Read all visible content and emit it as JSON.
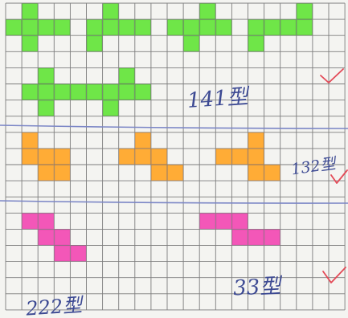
{
  "photo": {
    "paper_color": "#f4f4f1",
    "grid_color": "#7d7d7d",
    "divider_color": "#7b86c6",
    "check_color": "#e34a57",
    "ink_color": "#3d4a93"
  },
  "sections": [
    {
      "label": "141型",
      "color": "#63e43a",
      "color_dark": "#3aa11d",
      "shapes": [
        [
          [
            1,
            0
          ],
          [
            0,
            1
          ],
          [
            1,
            1
          ],
          [
            2,
            1
          ],
          [
            3,
            1
          ],
          [
            1,
            2
          ]
        ],
        [
          [
            1,
            0
          ],
          [
            0,
            1
          ],
          [
            1,
            1
          ],
          [
            2,
            1
          ],
          [
            3,
            1
          ],
          [
            0,
            2
          ]
        ],
        [
          [
            2,
            0
          ],
          [
            0,
            1
          ],
          [
            1,
            1
          ],
          [
            2,
            1
          ],
          [
            3,
            1
          ],
          [
            1,
            2
          ]
        ],
        [
          [
            3,
            0
          ],
          [
            0,
            1
          ],
          [
            1,
            1
          ],
          [
            2,
            1
          ],
          [
            3,
            1
          ],
          [
            0,
            2
          ]
        ],
        [
          [
            1,
            0
          ],
          [
            0,
            1
          ],
          [
            1,
            1
          ],
          [
            2,
            1
          ],
          [
            3,
            1
          ],
          [
            1,
            2
          ]
        ],
        [
          [
            2,
            0
          ],
          [
            0,
            1
          ],
          [
            1,
            1
          ],
          [
            2,
            1
          ],
          [
            3,
            1
          ],
          [
            1,
            2
          ]
        ]
      ]
    },
    {
      "label": "132型",
      "color": "#ffa526",
      "color_dark": "#e0841a",
      "shapes": [
        [
          [
            0,
            0
          ],
          [
            0,
            1
          ],
          [
            1,
            1
          ],
          [
            2,
            1
          ],
          [
            1,
            2
          ],
          [
            2,
            2
          ]
        ],
        [
          [
            1,
            0
          ],
          [
            0,
            1
          ],
          [
            1,
            1
          ],
          [
            2,
            1
          ],
          [
            2,
            2
          ],
          [
            3,
            2
          ]
        ],
        [
          [
            2,
            0
          ],
          [
            0,
            1
          ],
          [
            1,
            1
          ],
          [
            2,
            1
          ],
          [
            2,
            2
          ],
          [
            3,
            2
          ]
        ]
      ]
    },
    {
      "label": "222型",
      "label2": "33型",
      "color": "#f249b3",
      "color_dark": "#d3349a",
      "shapes": [
        [
          [
            0,
            0
          ],
          [
            1,
            0
          ],
          [
            1,
            1
          ],
          [
            2,
            1
          ],
          [
            2,
            2
          ],
          [
            3,
            2
          ]
        ],
        [
          [
            0,
            0
          ],
          [
            1,
            0
          ],
          [
            2,
            0
          ],
          [
            2,
            1
          ],
          [
            3,
            1
          ],
          [
            4,
            1
          ]
        ]
      ]
    }
  ]
}
